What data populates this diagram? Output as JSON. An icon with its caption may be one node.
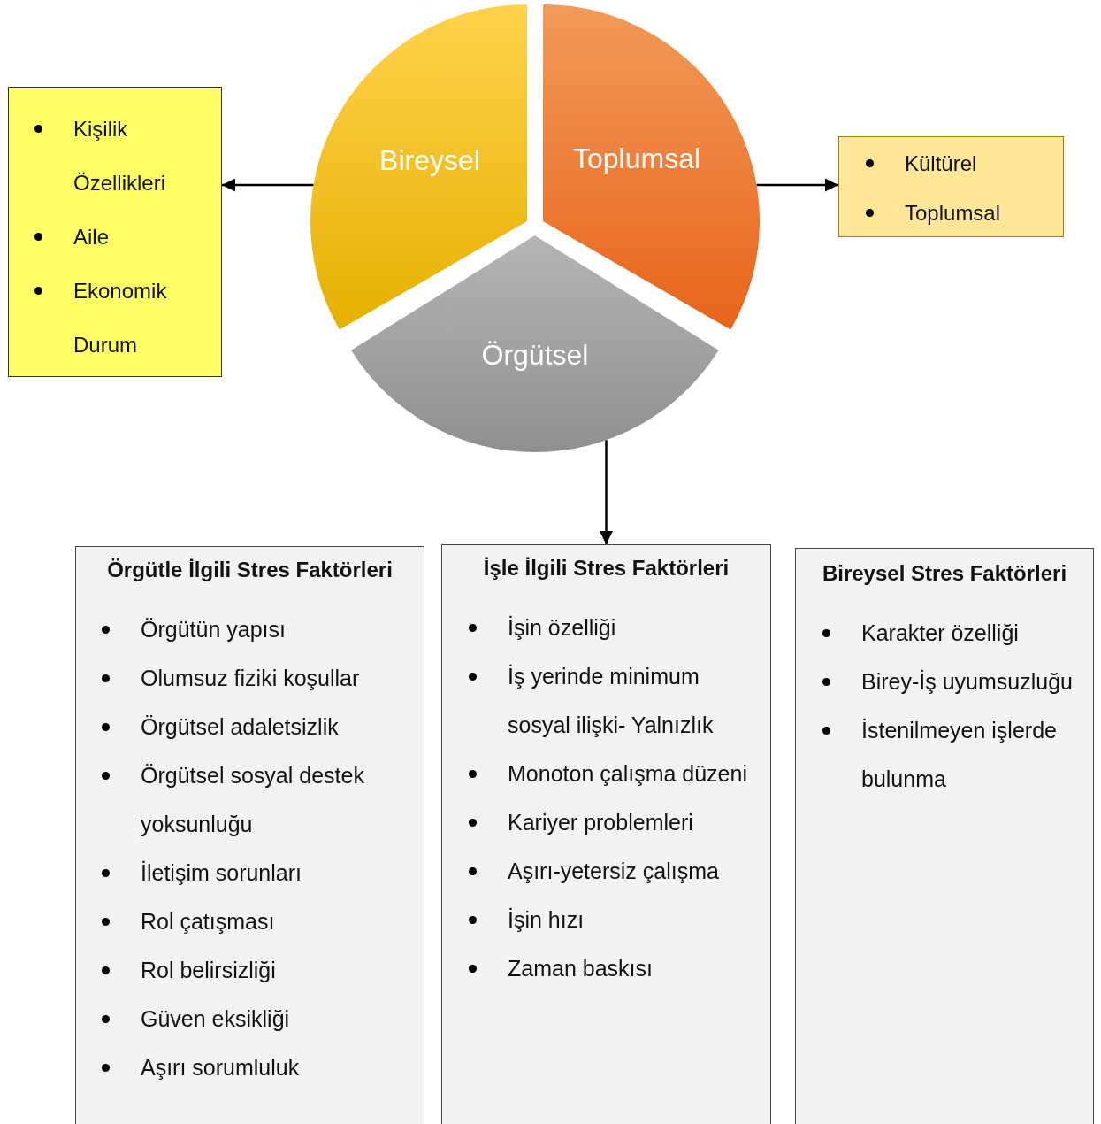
{
  "diagram": {
    "nodes": [
      {
        "text": [
          "Bireysel"
        ]
      },
      {
        "text": [
          "Toplumsal"
        ]
      },
      {
        "text": [
          "Örgütsel"
        ]
      },
      {
        "text": [
          "Kişilik Özellikleri",
          "Aile",
          "Ekonomik Durum"
        ]
      },
      {
        "text": [
          "Kültürel",
          "Toplumsal"
        ]
      },
      {
        "text": [
          "Örgütle İlgili Stres Faktörleri",
          "Örgütün yapısı",
          "Olumsuz fiziki koşullar",
          "Örgütsel adaletsizlik",
          "Örgütsel sosyal destek yoksunluğu",
          "İletişim sorunları",
          "Rol çatışması",
          "Rol belirsizliği",
          "Güven eksikliği",
          "Aşırı sorumluluk"
        ]
      },
      {
        "text": [
          "İşle İlgili Stres Faktörleri",
          "İşin özelliği",
          "İş yerinde minimum sosyal ilişki- Yalnızlık",
          "Monoton çalışma düzeni",
          "Kariyer problemleri",
          "Aşırı-yetersiz çalışma",
          "İşin hızı",
          "Zaman baskısı"
        ]
      },
      {
        "text": [
          "Bireysel Stres Faktörleri",
          "Karakter özelliği",
          "Birey-İş uyumsuzluğu",
          "İstenilmeyen işlerde bulunma"
        ]
      }
    ],
    "edges": [
      {
        "from": 0,
        "to": 3,
        "arrow": "to"
      },
      {
        "from": 1,
        "to": 4,
        "arrow": "to"
      },
      {
        "from": 2,
        "to": 6,
        "arrow": "to"
      }
    ]
  }
}
